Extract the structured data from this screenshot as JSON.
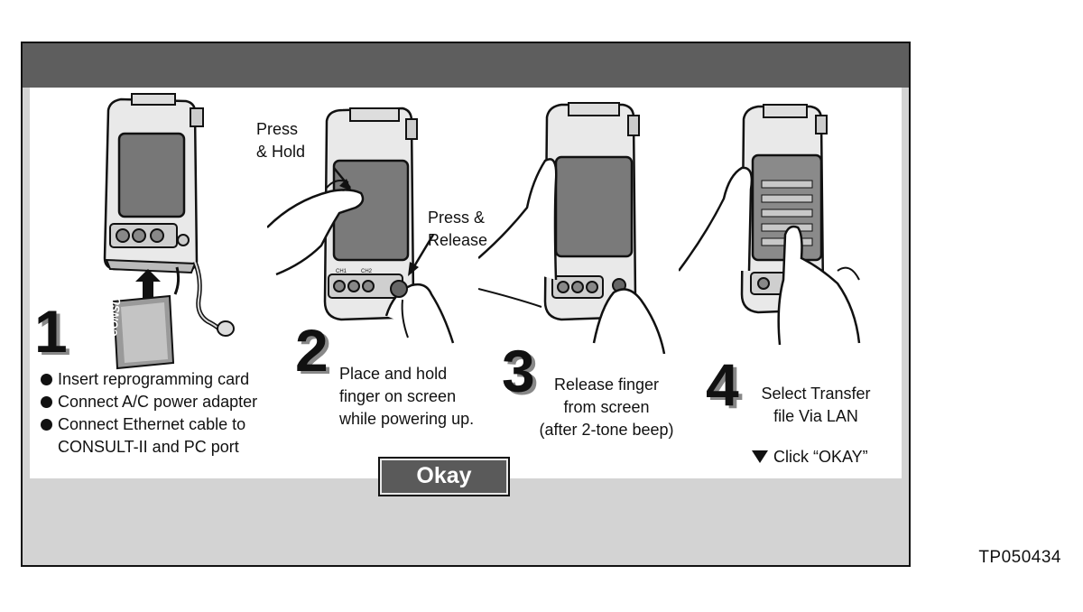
{
  "steps": [
    {
      "number": "1",
      "bullets": [
        "Insert reprogramming card",
        "Connect A/C power adapter",
        "Connect Ethernet cable to"
      ],
      "continuation": "CONSULT-II and PC port",
      "card_label": "CONSULT-II"
    },
    {
      "number": "2",
      "lines": [
        "Place and hold",
        "finger on screen",
        "while powering up."
      ],
      "callout_press_hold": [
        "Press",
        "& Hold"
      ],
      "callout_press_release": [
        "Press &",
        "Release"
      ]
    },
    {
      "number": "3",
      "lines": [
        "Release finger",
        "from screen",
        "(after 2-tone beep)"
      ]
    },
    {
      "number": "4",
      "lines": [
        "Select Transfer",
        "file Via LAN"
      ],
      "hint": "Click “OKAY”"
    }
  ],
  "device_labels": {
    "ch1": "CH1",
    "ch2": "CH2"
  },
  "okay_button": {
    "label": "Okay"
  },
  "figure_code": "TP050434"
}
